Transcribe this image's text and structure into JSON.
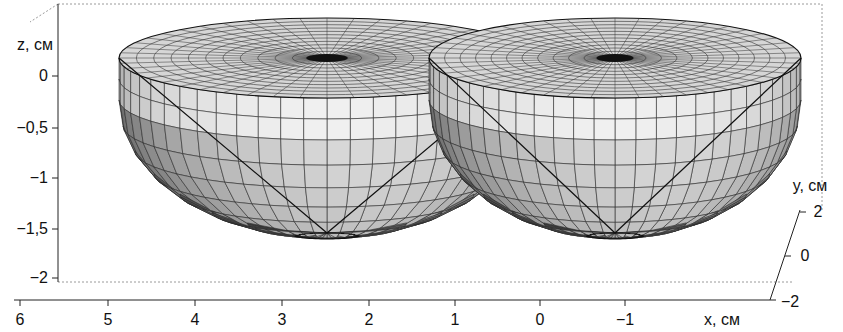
{
  "diagram": {
    "labels": [
      "z, см",
      "0",
      "−0,5",
      "−1",
      "−1,5",
      "−2",
      "y, см",
      "2",
      "0",
      "−2",
      "6",
      "5",
      "4",
      "3",
      "2",
      "1",
      "0",
      "−1",
      "x, см"
    ]
  }
}
